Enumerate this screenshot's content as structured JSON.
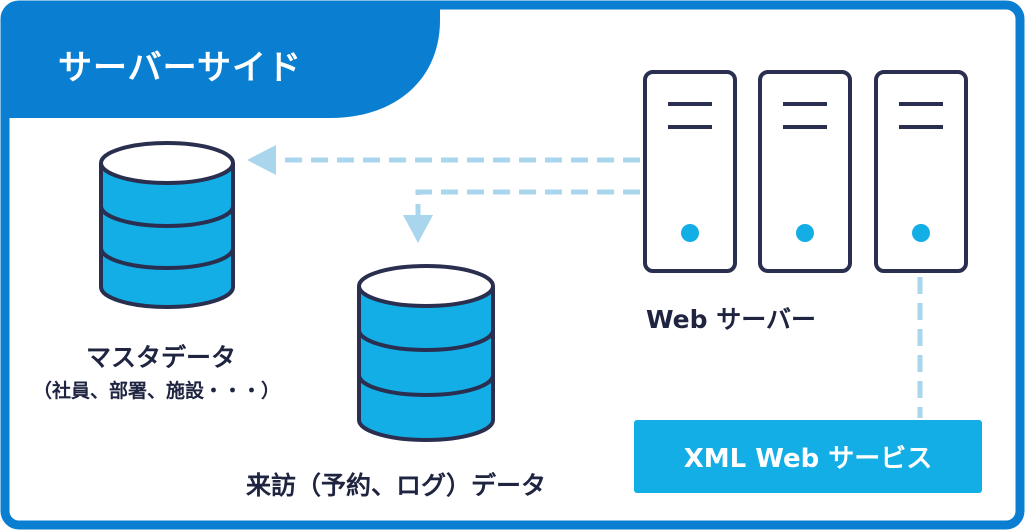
{
  "header": {
    "title": "サーバーサイド"
  },
  "databases": {
    "master": {
      "label": "マスタデータ",
      "sublabel": "（社員、部署、施設・・・）"
    },
    "visit": {
      "label": "来訪（予約、ログ）データ"
    }
  },
  "servers": {
    "label": "Web サーバー",
    "count": 3
  },
  "xml_service": {
    "label": "XML Web サービス"
  },
  "colors": {
    "frame": "#0a7fd2",
    "db_fill": "#13aee6",
    "outline": "#2a2f4f",
    "arrow": "#a9d6ec",
    "dot": "#13aee6"
  }
}
